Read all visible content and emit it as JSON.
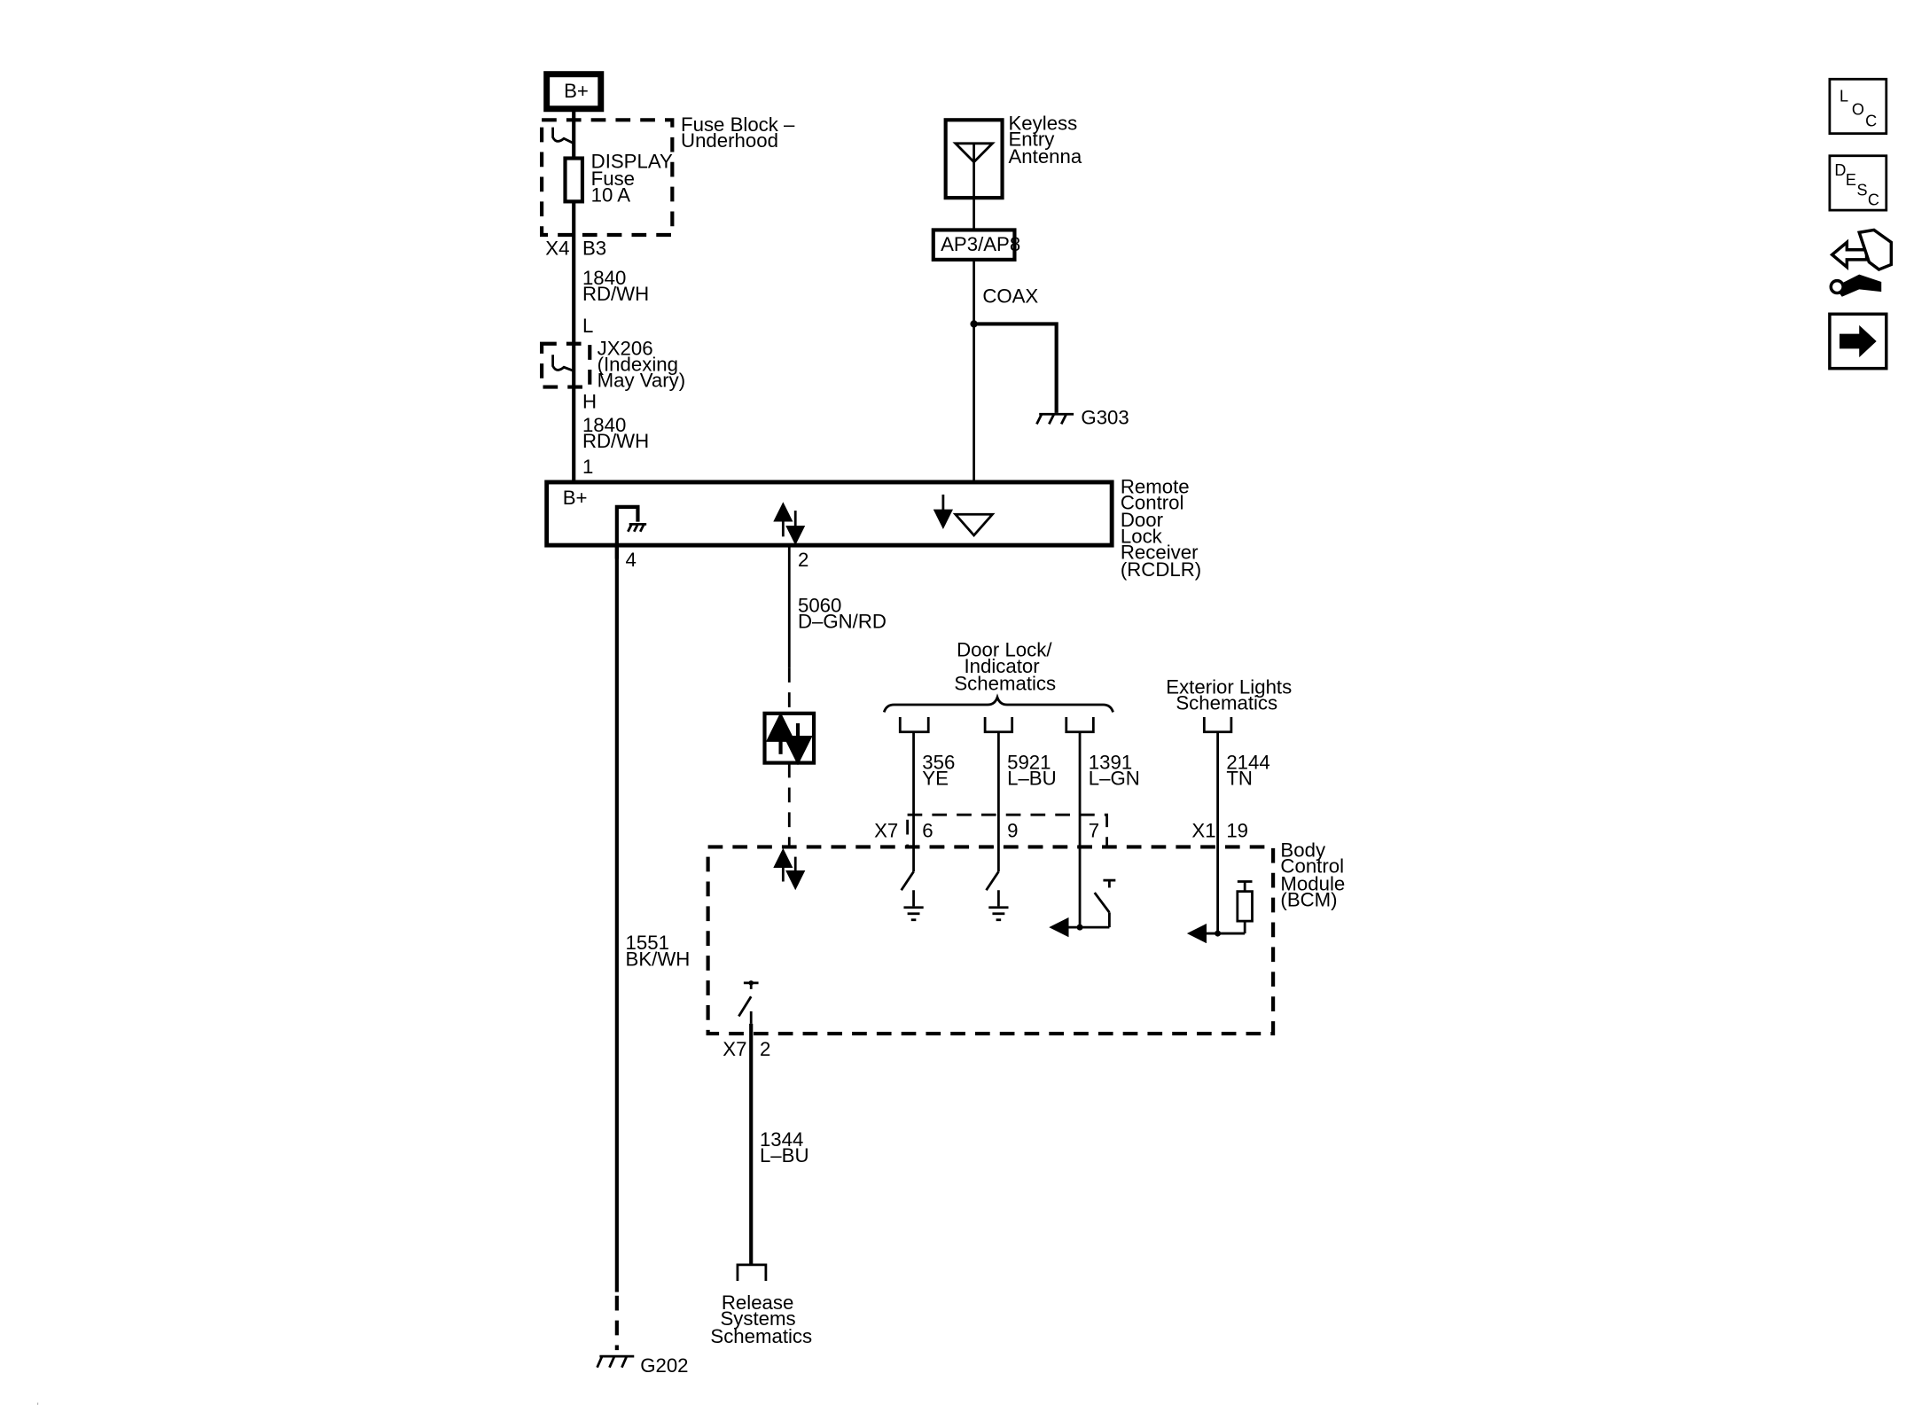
{
  "supply": {
    "label": "B+"
  },
  "fuse_block": {
    "name_line1": "Fuse Block –",
    "name_line2": "Underhood",
    "fuse_line1": "DISPLAY",
    "fuse_line2": "Fuse",
    "fuse_line3": "10 A",
    "conn": "X4",
    "pin": "B3"
  },
  "wire_1840_a": {
    "circuit": "1840",
    "color": "RD/WH"
  },
  "splice_jx206": {
    "top": "L",
    "name": "JX206",
    "note1": "(Indexing",
    "note2": "May Vary)",
    "bottom": "H"
  },
  "wire_1840_b": {
    "circuit": "1840",
    "color": "RD/WH",
    "pin": "1"
  },
  "antenna": {
    "line1": "Keyless",
    "line2": "Entry",
    "line3": "Antenna",
    "connector": "AP3/AP8",
    "cable": "COAX",
    "ground": "G303"
  },
  "rcdlr": {
    "bplus": "B+",
    "line1": "Remote",
    "line2": "Control",
    "line3": "Door",
    "line4": "Lock",
    "line5": "Receiver",
    "line6": "(RCDLR)",
    "pin_gnd": "4",
    "pin_data": "2"
  },
  "wire_5060": {
    "circuit": "5060",
    "color": "D–GN/RD"
  },
  "wire_1551": {
    "circuit": "1551",
    "color": "BK/WH"
  },
  "ground_g202": {
    "label": "G202"
  },
  "door_lock_ref": {
    "line1": "Door Lock/",
    "line2": "Indicator",
    "line3": "Schematics"
  },
  "ext_lights_ref": {
    "line1": "Exterior Lights",
    "line2": "Schematics"
  },
  "wire_356": {
    "circuit": "356",
    "color": "YE",
    "pin": "6"
  },
  "wire_5921": {
    "circuit": "5921",
    "color": "L–BU",
    "pin": "9"
  },
  "wire_1391": {
    "circuit": "1391",
    "color": "L–GN",
    "pin": "7"
  },
  "wire_2144": {
    "circuit": "2144",
    "color": "TN",
    "pin": "19"
  },
  "bcm": {
    "conn_x7": "X7",
    "conn_x1": "X1",
    "line1": "Body",
    "line2": "Control",
    "line3": "Module",
    "line4": "(BCM)",
    "bottom_conn": "X7",
    "bottom_pin": "2"
  },
  "wire_1344": {
    "circuit": "1344",
    "color": "L–BU"
  },
  "release_ref": {
    "line1": "Release",
    "line2": "Systems",
    "line3": "Schematics"
  },
  "nav": [
    {
      "id": "loc",
      "l1": "L",
      "l2": "O",
      "l3": "C"
    },
    {
      "id": "desc",
      "l1": "D",
      "l2": "E",
      "l3": "S",
      "l4": "C"
    }
  ]
}
